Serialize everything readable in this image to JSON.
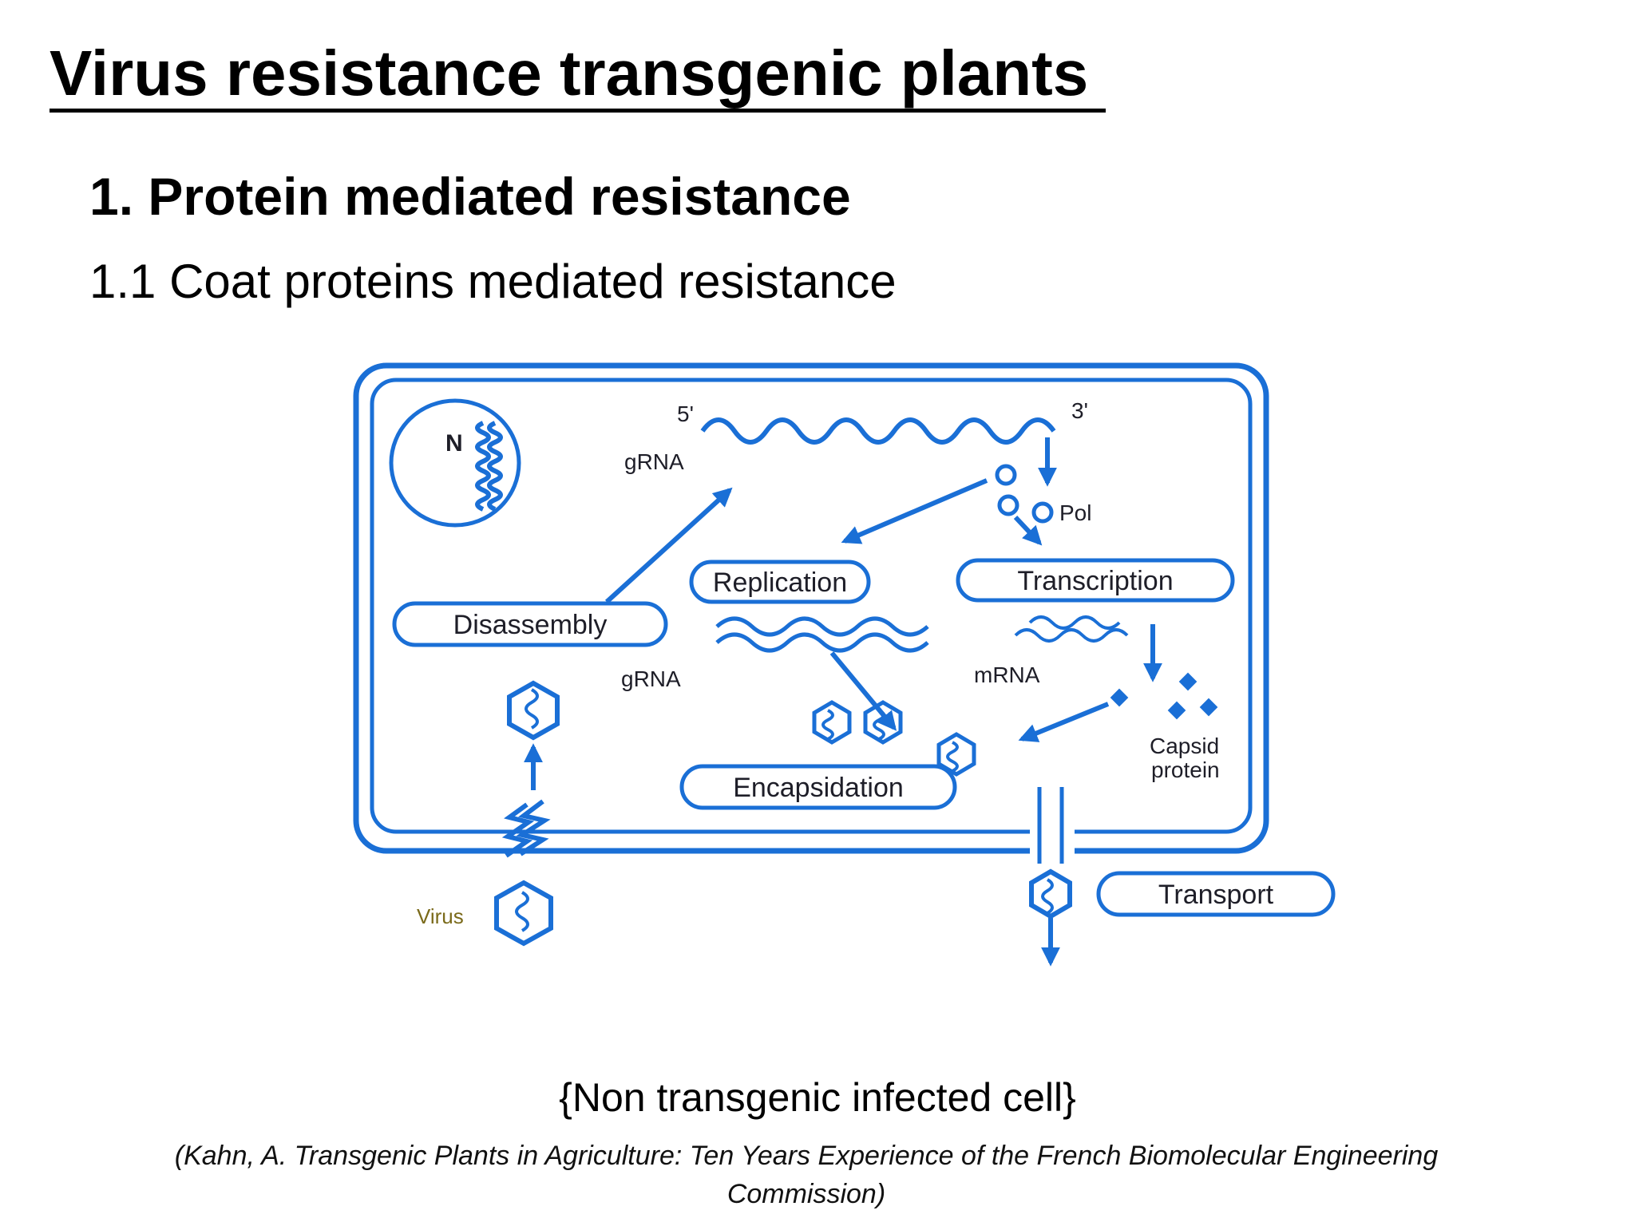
{
  "slide": {
    "title": "Virus resistance transgenic plants",
    "heading": "1. Protein mediated resistance",
    "subheading": "1.1 Coat proteins mediated resistance",
    "caption": "{Non transgenic infected cell}",
    "citation": "(Kahn, A. Transgenic Plants in Agriculture: Ten Years Experience of the French Biomolecular Engineering Commission)"
  },
  "diagram": {
    "nucleus_label": "N",
    "five_prime": "5'",
    "three_prime": "3'",
    "grna_top": "gRNA",
    "pol_label": "Pol",
    "replication": "Replication",
    "transcription": "Transcription",
    "disassembly": "Disassembly",
    "grna_mid": "gRNA",
    "mrna": "mRNA",
    "capsid_line1": "Capsid",
    "capsid_line2": "protein",
    "encapsidation": "Encapsidation",
    "transport": "Transport",
    "virus_label": "Virus",
    "colors": {
      "stroke": "#1a6fd6",
      "virus_label": "#7a6a1a"
    }
  }
}
